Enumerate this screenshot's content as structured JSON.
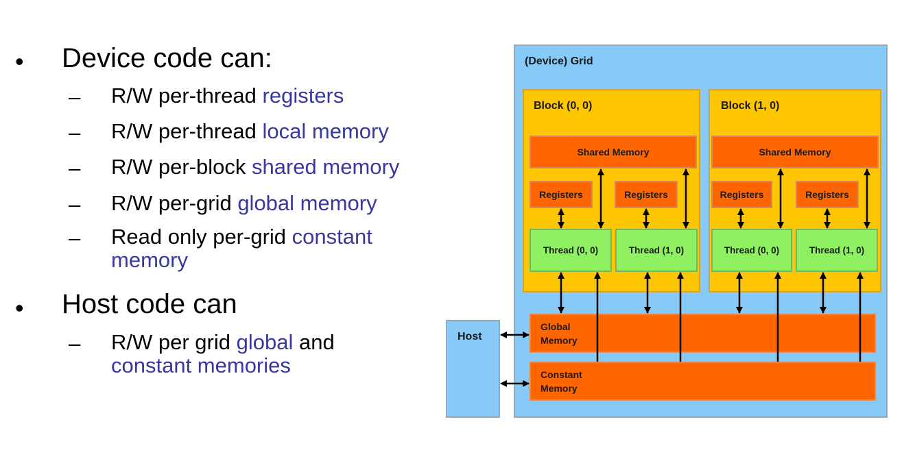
{
  "text": {
    "device": {
      "heading": "Device code can:",
      "items": [
        {
          "pre": "R/W per-thread ",
          "hl": "registers"
        },
        {
          "pre": "R/W per-thread ",
          "hl": "local memory"
        },
        {
          "pre": "R/W per-block ",
          "hl": "shared memory"
        },
        {
          "pre": "R/W per-grid ",
          "hl": "global memory"
        },
        {
          "pre": "Read only per-grid ",
          "hl": "constant",
          "hl2": "memory"
        }
      ]
    },
    "host": {
      "heading": "Host code can",
      "item": {
        "pre": "R/W per grid ",
        "hl": "global",
        "post": " and",
        "hl2": "constant memories"
      }
    }
  },
  "diagram": {
    "grid_label": "(Device) Grid",
    "host_label": "Host",
    "blocks": [
      {
        "label": "Block (0, 0)",
        "shared": "Shared Memory",
        "registers": [
          "Registers",
          "Registers"
        ],
        "threads": [
          "Thread (0, 0)",
          "Thread (1, 0)"
        ]
      },
      {
        "label": "Block (1, 0)",
        "shared": "Shared Memory",
        "registers": [
          "Registers",
          "Registers"
        ],
        "threads": [
          "Thread (0, 0)",
          "Thread (1, 0)"
        ]
      }
    ],
    "global_memory": "Global\nMemory",
    "constant_memory": "Constant\nMemory"
  },
  "colors": {
    "grid": "#87c9f7",
    "block": "#fec600",
    "memory": "#ff6600",
    "thread": "#8ff062",
    "highlight_text": "#3838a0"
  }
}
